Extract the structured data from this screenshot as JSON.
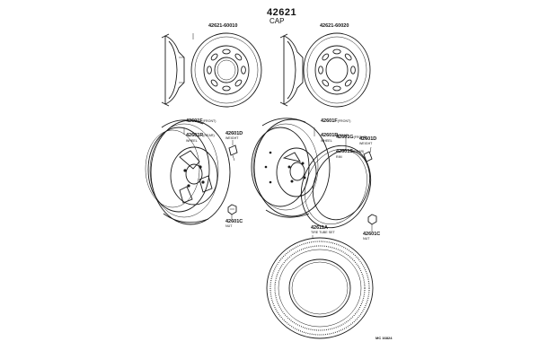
{
  "header": {
    "part_number": "42621",
    "part_name": "CAP"
  },
  "caps": [
    {
      "code": "42621-60010"
    },
    {
      "code": "42621-60020"
    }
  ],
  "wheel_left": {
    "code_front": "42601F",
    "note_front": "(FRONT)",
    "code_rear": "42601R",
    "note_rear": "(REAR)",
    "name": "WHEEL"
  },
  "wheel_right": {
    "code_front": "42601F",
    "note_front": "(FRONT)",
    "code_rear": "42601R",
    "note_rear": "(REAR)",
    "name": "WHEEL"
  },
  "rim": {
    "code_front": "42601G",
    "note_front": "(FRONT)",
    "code_rear": "42601S",
    "note_rear": "(REAR)",
    "name": "RIM"
  },
  "weights": [
    {
      "code": "42601D",
      "name": "WEIGHT"
    },
    {
      "code": "42601D",
      "name": "WEIGHT"
    }
  ],
  "nuts": [
    {
      "code": "42601C",
      "name": "NUT"
    },
    {
      "code": "42601C",
      "name": "NUT"
    }
  ],
  "tire": {
    "code": "42611A",
    "name": "TIRE TUBE SET"
  },
  "figure_ref": "MC 16824"
}
